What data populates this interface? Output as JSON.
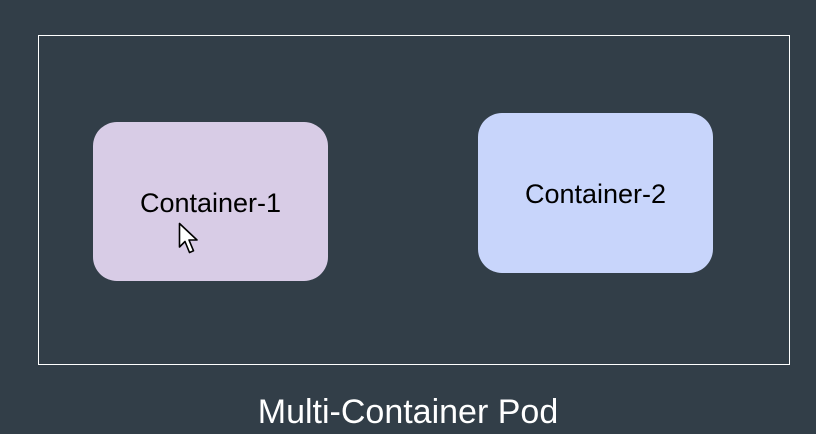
{
  "diagram": {
    "nodes": [
      {
        "id": "container-1",
        "label": "Container-1",
        "color": "#d8cce6"
      },
      {
        "id": "container-2",
        "label": "Container-2",
        "color": "#c8d5fb"
      }
    ],
    "group_label": "Multi-Container Pod",
    "background_color": "#323e48",
    "frame_color": "#ffffff"
  },
  "cursor": {
    "icon": "arrow-pointer-icon"
  }
}
